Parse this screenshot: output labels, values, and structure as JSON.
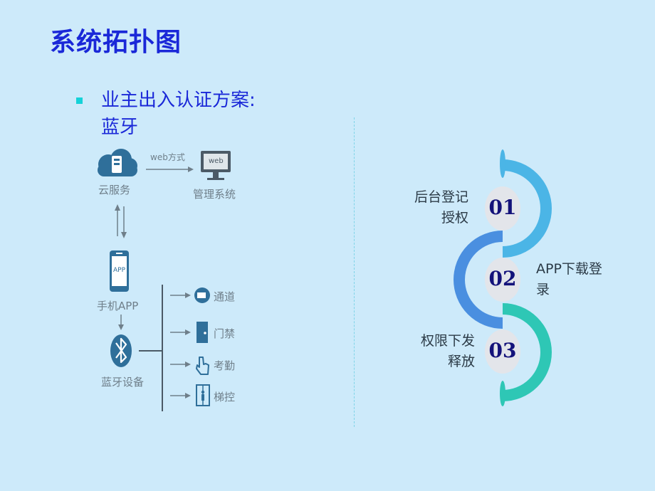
{
  "title": "系统拓扑图",
  "bullet": {
    "line1": "业主出入认证方案:",
    "line2": "蓝牙"
  },
  "diagram": {
    "cloud": "云服务",
    "web_arrow": "web方式",
    "monitor_screen": "web",
    "mgmt": "管理系统",
    "phone_screen": "APP",
    "phone": "手机APP",
    "bluetooth": "蓝牙设备",
    "branches": [
      "通道",
      "门禁",
      "考勤",
      "梯控"
    ]
  },
  "steps": [
    {
      "num": "01",
      "text1": "后台登记",
      "text2": "授权",
      "color": "#4bb5e6"
    },
    {
      "num": "02",
      "text1": "APP下载登",
      "text2": "录",
      "color": "#4a8fe0"
    },
    {
      "num": "03",
      "text1": "权限下发",
      "text2": "释放",
      "color": "#2ec7b5"
    }
  ]
}
